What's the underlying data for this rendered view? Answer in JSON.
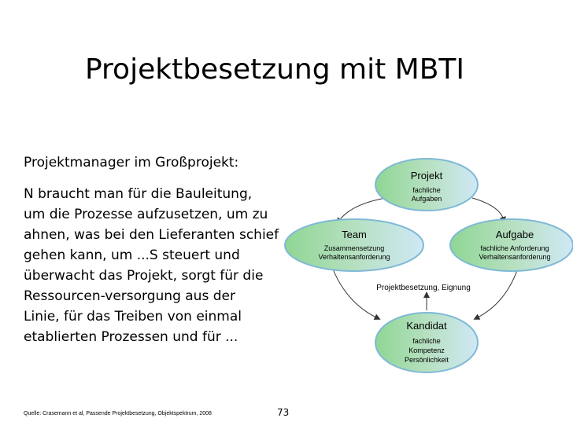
{
  "slide": {
    "title": "Projektbesetzung mit MBTI",
    "subhead": "Projektmanager im Großprojekt:",
    "body_lines": [
      "N braucht man für die Bauleitung,",
      "um die Prozesse aufzusetzen, um zu",
      "ahnen, was bei den Lieferanten schief",
      "gehen kann, um ...S steuert und",
      "überwacht das Projekt, sorgt für die",
      "Ressourcen-versorgung aus der",
      "Linie, für das Treiben von einmal",
      "etablierten Prozessen und für ..."
    ],
    "footer": "Quelle: Crasemann et al, Passende Projektbesetzung, Objektspektrum, 2008",
    "page_number": "73"
  },
  "diagram": {
    "nodes": {
      "projekt": {
        "title": "Projekt",
        "line1": "fachliche",
        "line2": "Aufgaben"
      },
      "team": {
        "title": "Team",
        "line1": "Zusammensetzung",
        "line2": "Verhaltensanforderung"
      },
      "aufgabe": {
        "title": "Aufgabe",
        "line1": "fachliche Anforderung",
        "line2": "Verhaltensanforderung"
      },
      "kandidat": {
        "title": "Kandidat",
        "line1": "fachliche",
        "line2": "Kompetenz",
        "line3": "Persönlichkeit"
      }
    },
    "edge_label": "Projektbesetzung, Eignung",
    "colors": {
      "ellipse_green": "#8fd694",
      "ellipse_blue": "#c8e4f4",
      "outline": "#7fb9d6"
    }
  }
}
